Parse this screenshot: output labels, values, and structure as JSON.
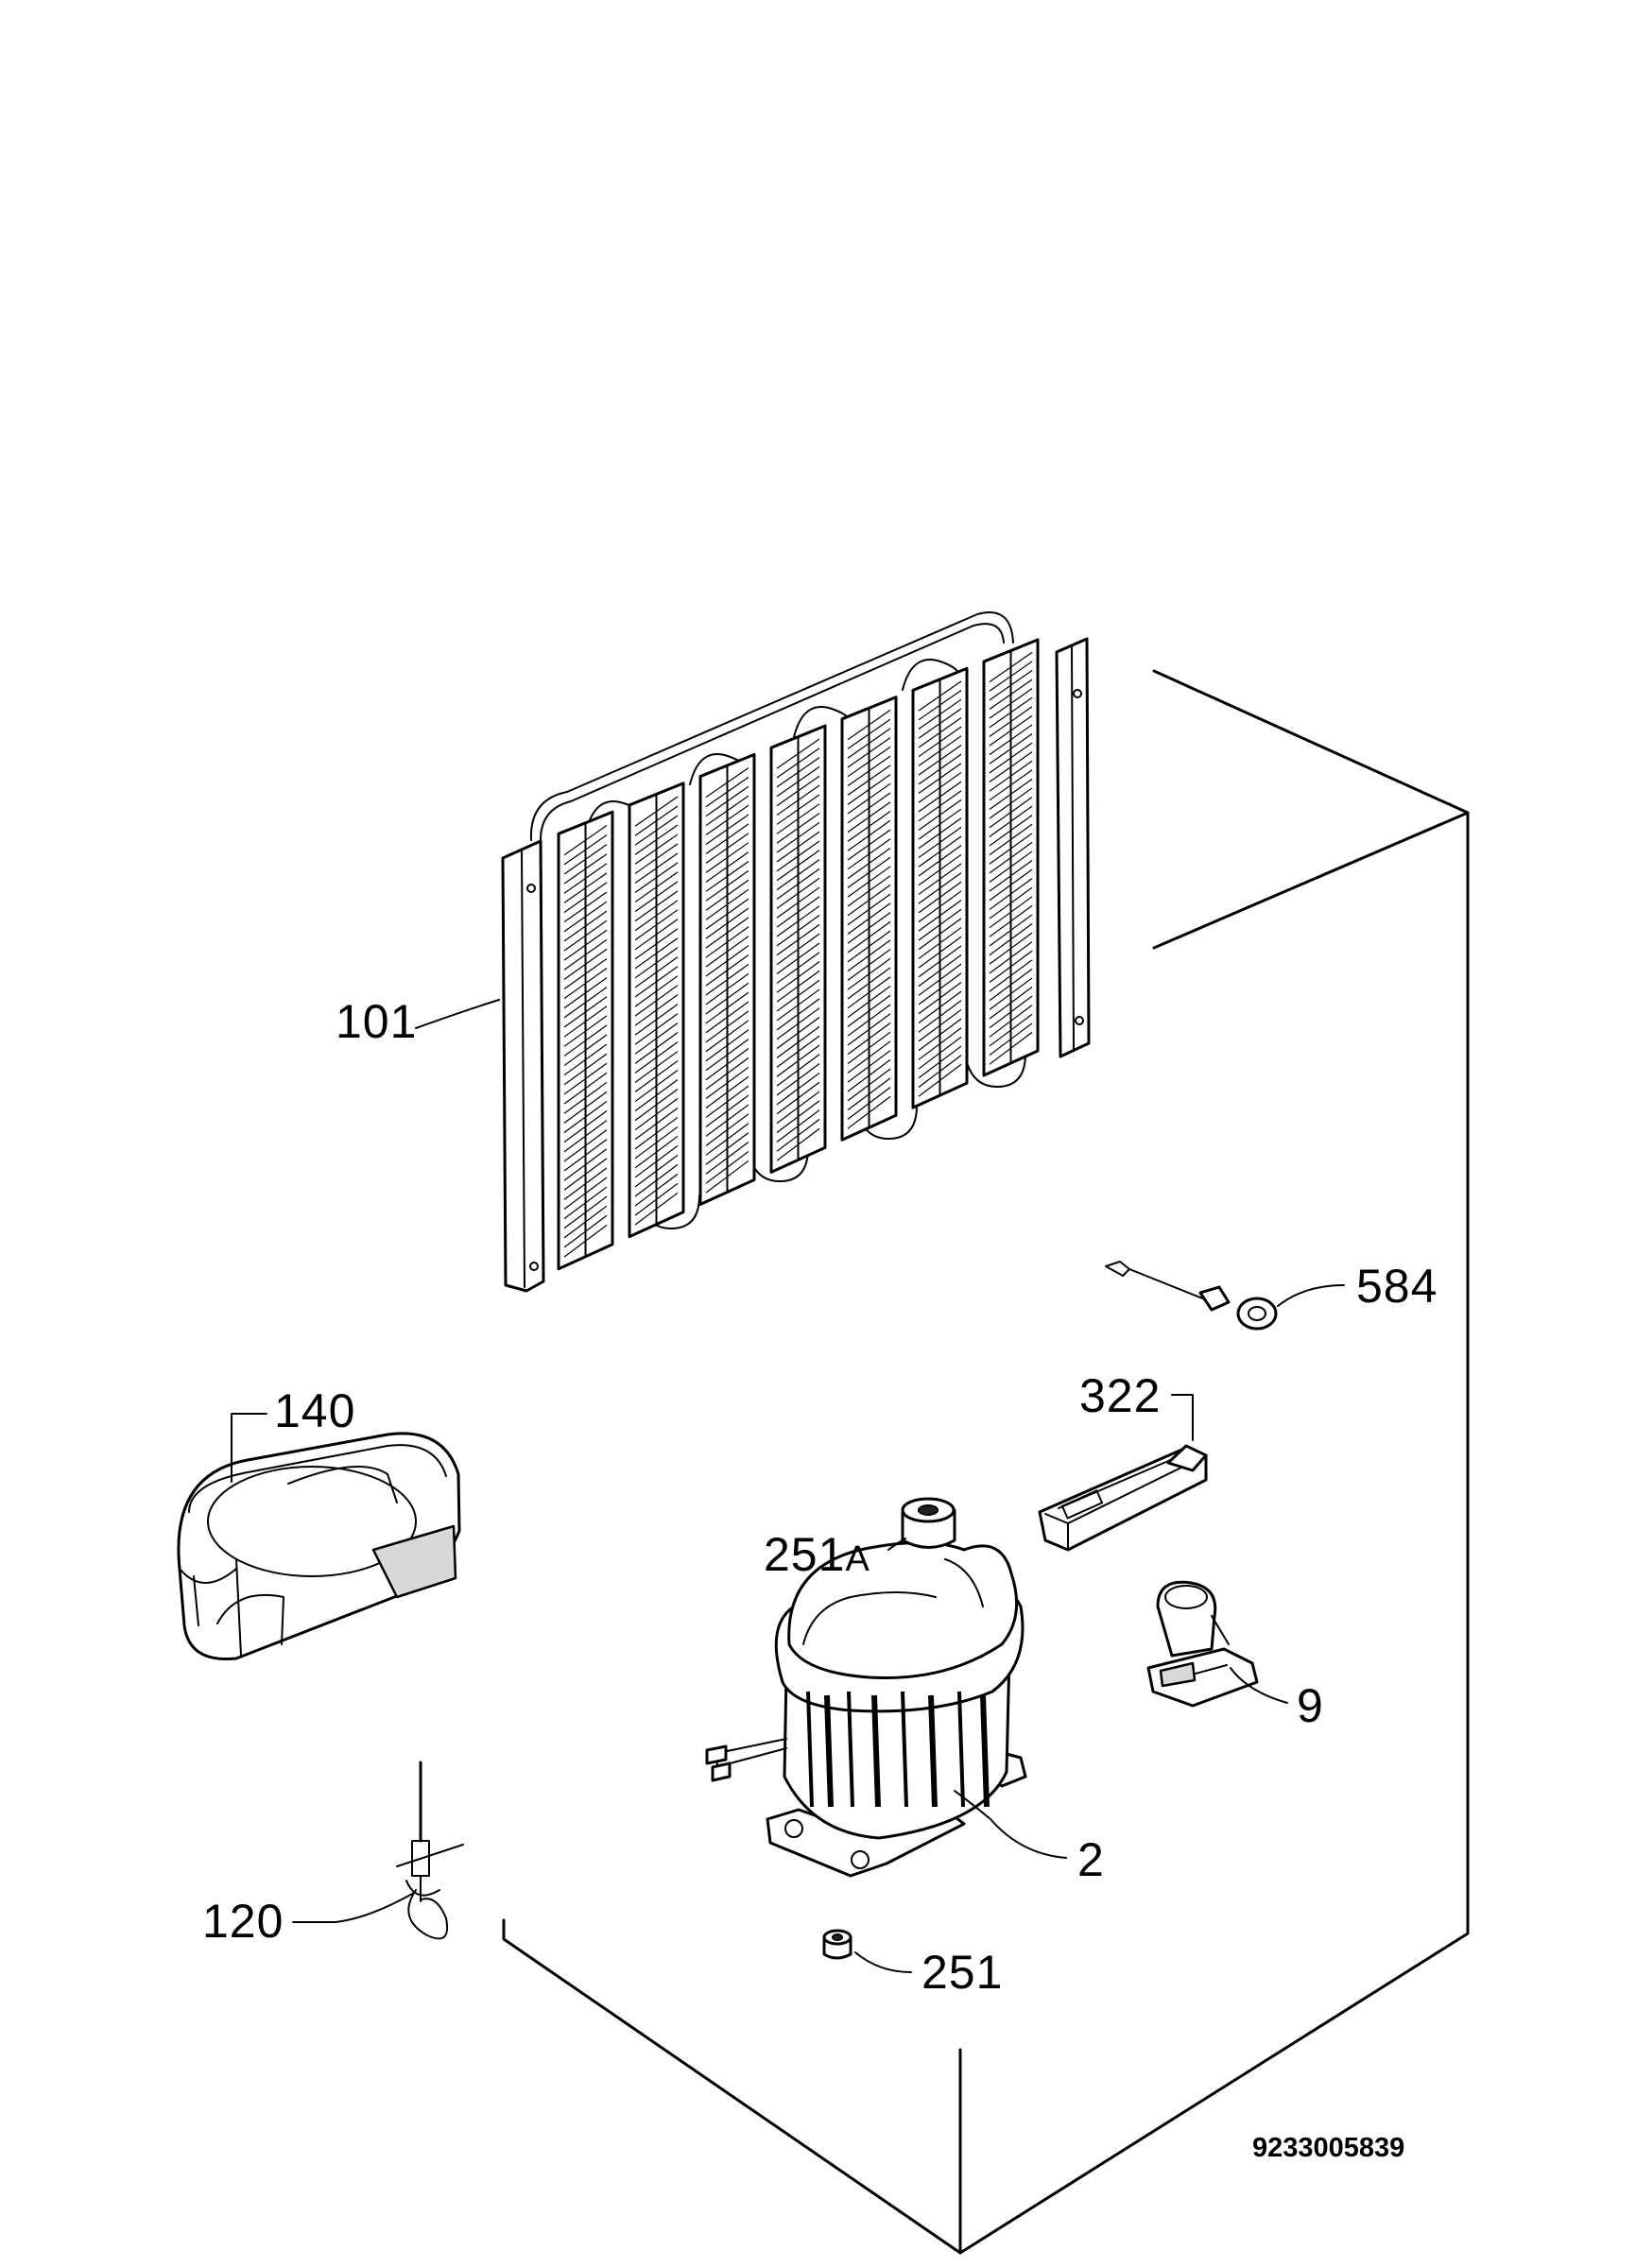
{
  "diagram": {
    "labels": {
      "condenser": "101",
      "drain_pan": "140",
      "thermostat_sensor": "120",
      "compressor": "2",
      "compressor_bush_a": "251",
      "compressor_bush_a_suffix": "A",
      "compressor_bush": "251",
      "bracket": "322",
      "relay_clip": "9",
      "grommet_part": "584"
    },
    "document_number": "9233005839"
  }
}
